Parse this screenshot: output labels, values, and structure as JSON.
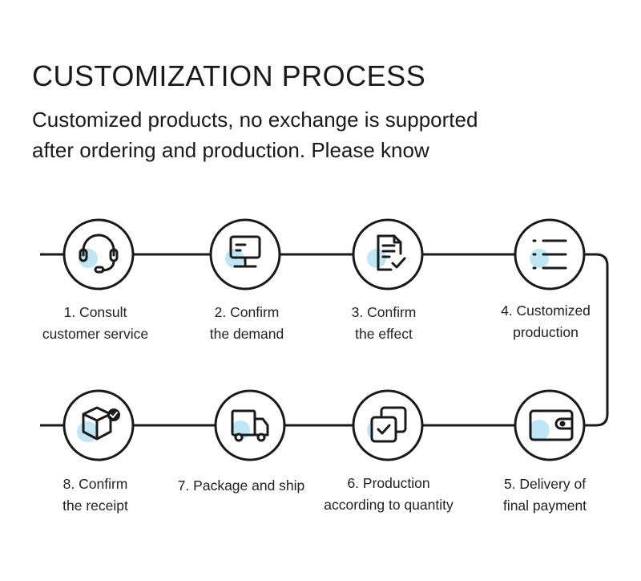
{
  "header": {
    "title": "CUSTOMIZATION PROCESS",
    "subtitle_line1": "Customized products, no exchange is supported",
    "subtitle_line2": "after ordering and production. Please know"
  },
  "colors": {
    "stroke": "#1a1a1a",
    "accent": "#bfe6f5",
    "text": "#222222"
  },
  "steps": [
    {
      "icon": "headset-icon",
      "line1": "1. Consult",
      "line2": "customer service"
    },
    {
      "icon": "monitor-icon",
      "line1": "2. Confirm",
      "line2": "the demand"
    },
    {
      "icon": "document-check-icon",
      "line1": "3. Confirm",
      "line2": "the effect"
    },
    {
      "icon": "list-icon",
      "line1": "4. Customized",
      "line2": "production"
    },
    {
      "icon": "wallet-icon",
      "line1": "5. Delivery of",
      "line2": "final payment"
    },
    {
      "icon": "stacked-check-icon",
      "line1": "6. Production",
      "line2": "according to quantity"
    },
    {
      "icon": "truck-icon",
      "line1": "7. Package and ship",
      "line2": ""
    },
    {
      "icon": "box-check-icon",
      "line1": "8. Confirm",
      "line2": "the receipt"
    }
  ]
}
